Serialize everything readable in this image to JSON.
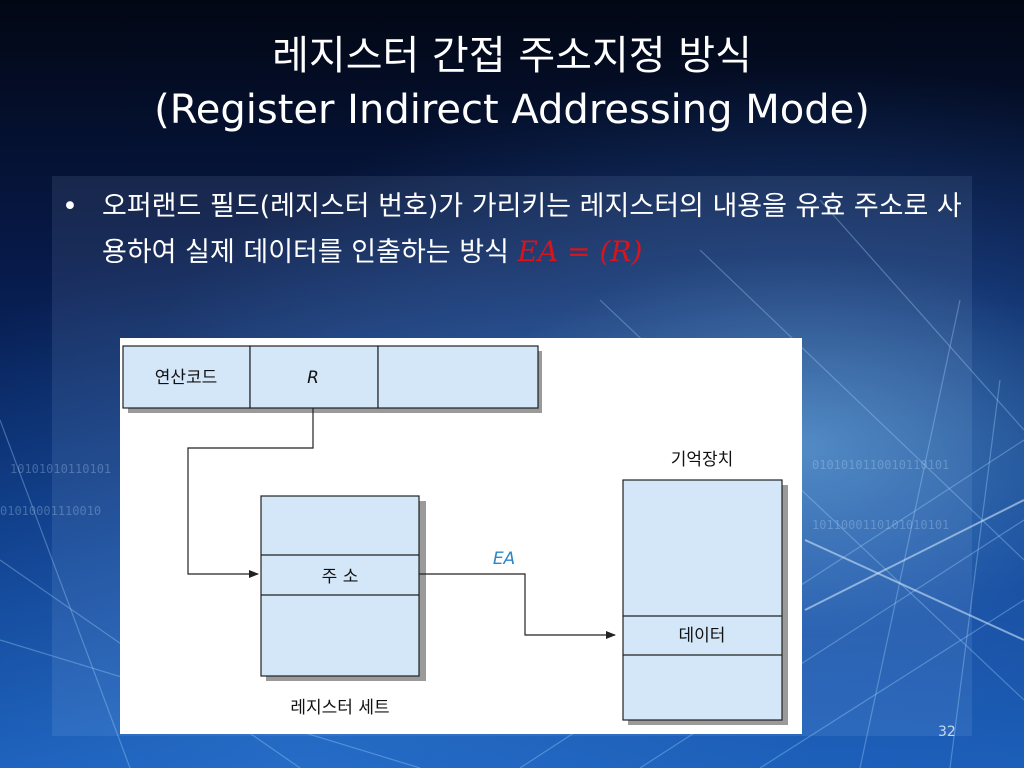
{
  "slide": {
    "title_line1": "레지스터 간접 주소지정 방식",
    "title_line2": "(Register Indirect Addressing Mode)",
    "bullet_symbol": "•",
    "bullet_text": "오퍼랜드 필드(레지스터 번호)가 가리키는 레지스터의 내용을 유효 주소로 사용하여 실제 데이터를 인출하는 방식",
    "formula": "EA = (R)",
    "page_number": "32",
    "binary_left_1": "10101010110101",
    "binary_left_2": "01010001110010",
    "binary_right_1": "1011000110101010101",
    "binary_right_2": "0101010110010110101"
  },
  "diagram": {
    "instruction": {
      "opcode_label": "연산코드",
      "register_label": "R",
      "third_field_label": ""
    },
    "register_set": {
      "caption": "레지스터 세트",
      "address_label": "주 소"
    },
    "memory": {
      "caption": "기억장치",
      "data_label": "데이터"
    },
    "ea_label": "EA",
    "colors": {
      "box_fill": "#d4e7f8",
      "box_stroke": "#222222",
      "shadow": "#9a9a9a",
      "ea_text": "#2e86c8",
      "arrow": "#222222"
    }
  }
}
